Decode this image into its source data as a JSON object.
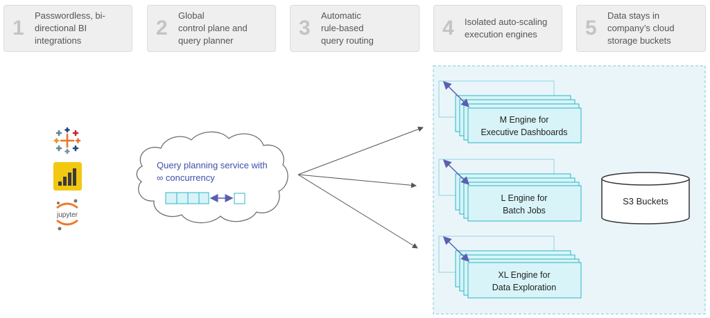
{
  "steps": [
    {
      "number": "1",
      "text": "Passwordless, bi-\ndirectional BI\nintegrations"
    },
    {
      "number": "2",
      "text": "Global\ncontrol plane and\nquery planner"
    },
    {
      "number": "3",
      "text": "Automatic\nrule-based\nquery routing"
    },
    {
      "number": "4",
      "text": "Isolated auto-scaling\nexecution engines"
    },
    {
      "number": "5",
      "text": "Data stays in\ncompany’s cloud\nstorage buckets"
    }
  ],
  "tools": {
    "tableau_icon": "tableau-logo",
    "powerbi_icon": "powerbi-logo",
    "jupyter_icon": "jupyter-logo",
    "jupyter_text": "jupyter"
  },
  "cloud": {
    "text": "Query planning service with\n∞ concurrency"
  },
  "engines": [
    {
      "label": "M Engine for\nExecutive Dashboards"
    },
    {
      "label": "L Engine for\nBatch Jobs"
    },
    {
      "label": "XL Engine for\nData Exploration"
    }
  ],
  "storage": {
    "label": "S3 Buckets"
  },
  "colors": {
    "engine_fill": "#d8f4f8",
    "engine_border": "#2bb5c5",
    "region_fill": "#eaf5fa",
    "region_border": "#8fd3de",
    "arrow": "#5a5fb0",
    "routing_arrow": "#555555"
  }
}
